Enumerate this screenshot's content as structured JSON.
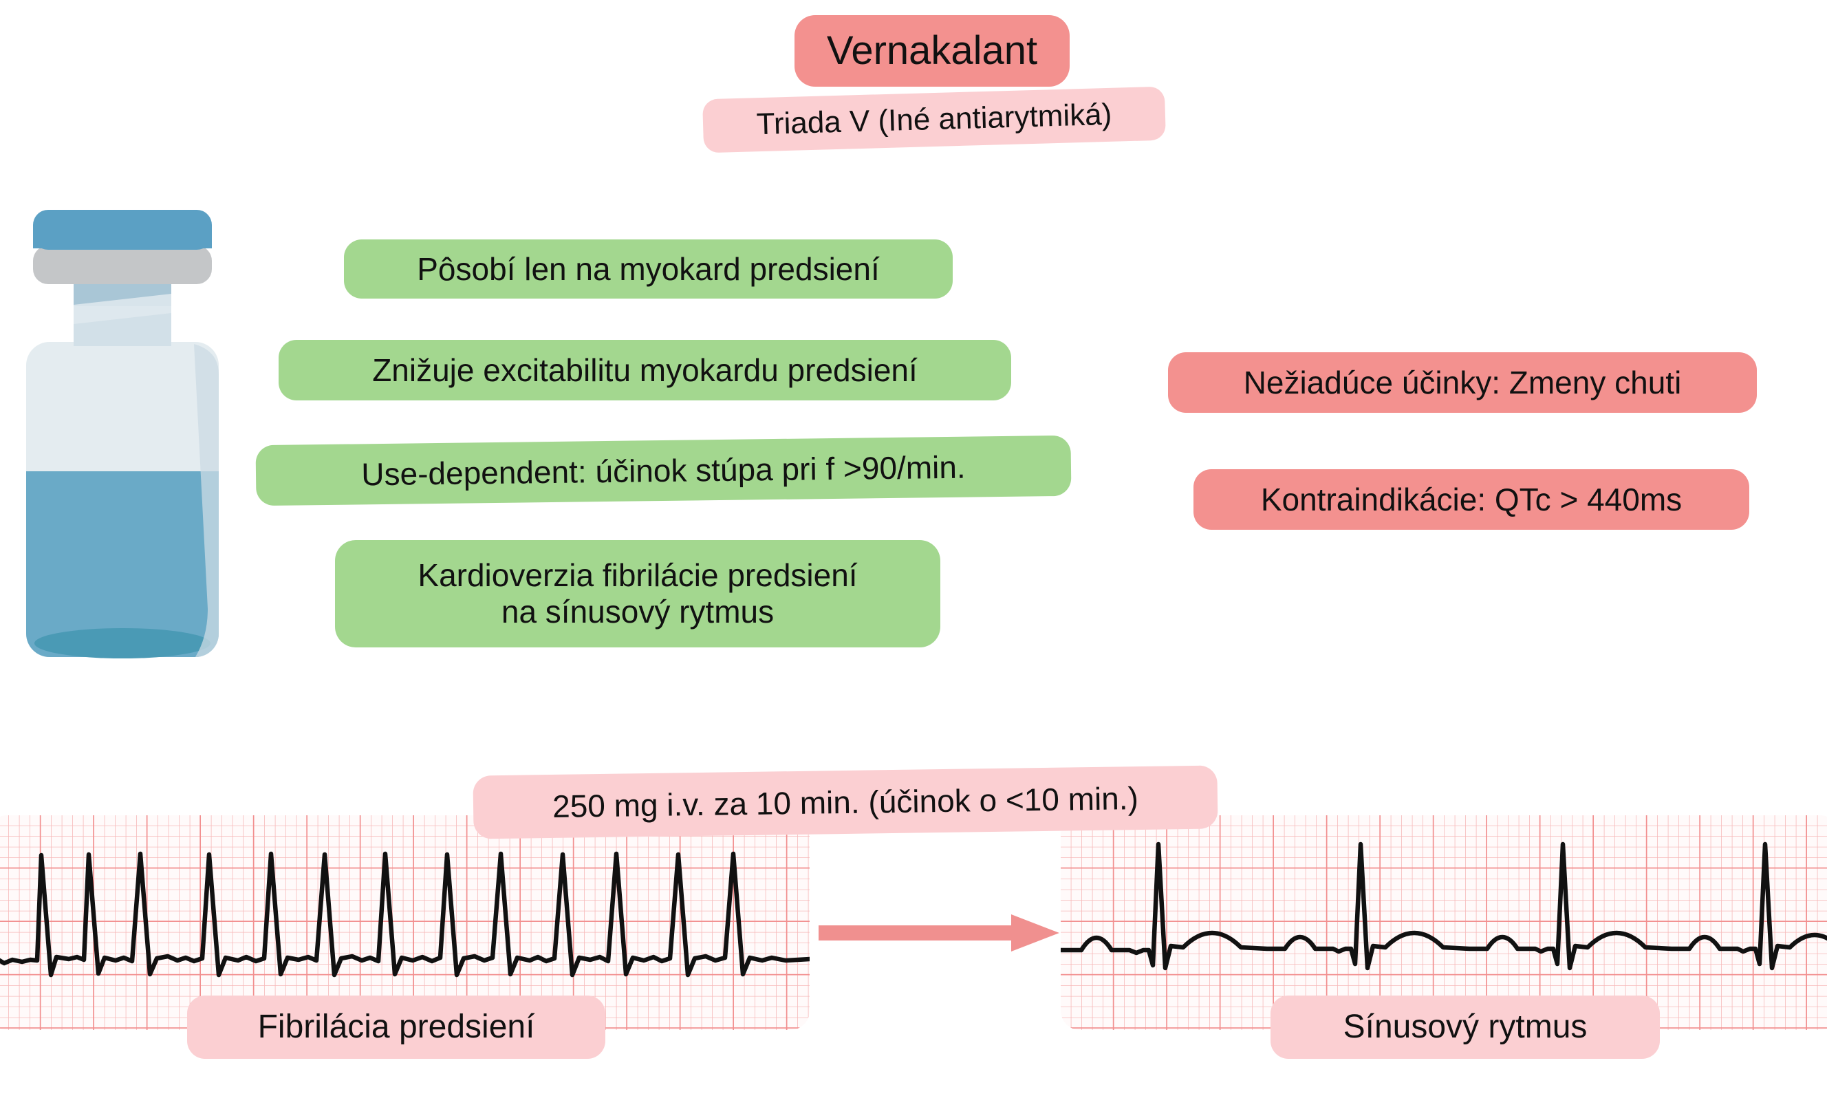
{
  "header": {
    "drug_name": "Vernakalant",
    "classification": "Triada V (Iné antiarytmiká)"
  },
  "effects": {
    "items": [
      "Pôsobí len na myokard predsiení",
      "Znižuje excitabilitu myokardu predsiení",
      "Use-dependent: účinok stúpa pri f >90/min."
    ],
    "indication_line1": "Kardioverzia fibrilácie predsiení",
    "indication_line2": "na sínusový rytmus"
  },
  "warnings": {
    "adverse_effects": "Nežiadúce účinky: Zmeny chuti",
    "contraindications": "Kontraindikácie: QTc > 440ms"
  },
  "dosing": {
    "regimen": "250 mg i.v. za 10 min. (účinok o <10 min.)"
  },
  "ecg": {
    "before_label": "Fibrilácia predsiení",
    "after_label": "Sínusový rytmus",
    "arrow": "conversion-arrow"
  },
  "icons": {
    "vial": "drug-vial-icon",
    "ecg_left": "ecg-atrial-fibrillation-icon",
    "ecg_right": "ecg-sinus-rhythm-icon",
    "arrow": "arrow-right-icon"
  },
  "colors": {
    "pink_dark": "#f3918f",
    "pink_light": "#fbcfd2",
    "green": "#a3d78f",
    "ecg_grid": "#f5a3a3",
    "ecg_grid_bold": "#f08a8a",
    "ecg_trace": "#111111",
    "vial_cap": "#5ba0c4",
    "vial_collar": "#c4c6c8",
    "vial_liquid": "#6aaac7",
    "vial_glass": "#e4ecf0",
    "arrow": "#f0908f"
  }
}
